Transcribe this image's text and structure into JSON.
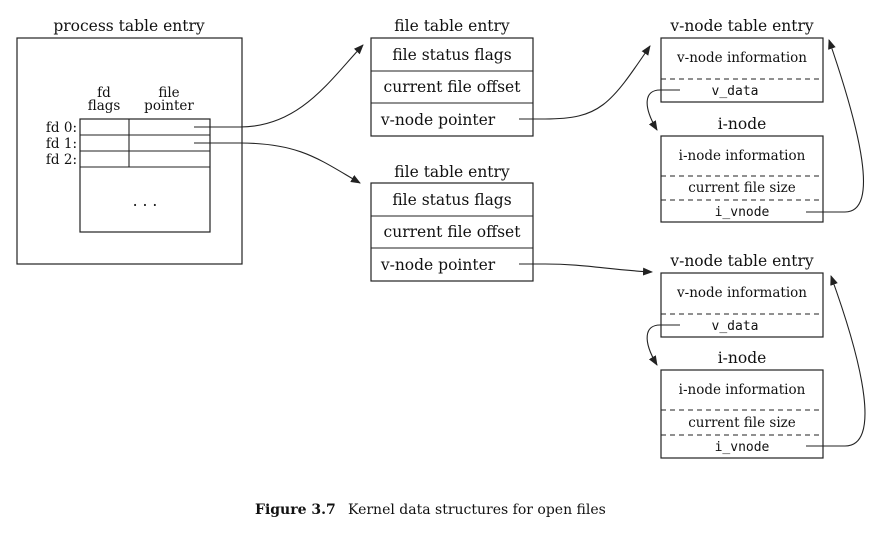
{
  "process": {
    "title": "process table entry",
    "col_fd_flags": [
      "fd",
      "flags"
    ],
    "col_file_pointer": [
      "file",
      "pointer"
    ],
    "rows": [
      "fd 0:",
      "fd 1:",
      "fd 2:"
    ],
    "ellipsis": ". . ."
  },
  "file_tables": [
    {
      "title": "file table entry",
      "rows": [
        "file status flags",
        "current file offset",
        "v-node pointer"
      ]
    },
    {
      "title": "file table entry",
      "rows": [
        "file status flags",
        "current file offset",
        "v-node pointer"
      ]
    }
  ],
  "vnodes": [
    {
      "title": "v-node table entry",
      "info": "v-node information",
      "data": "v_data"
    },
    {
      "title": "v-node table entry",
      "info": "v-node information",
      "data": "v_data"
    }
  ],
  "inodes": [
    {
      "title": "i-node",
      "info": "i-node information",
      "size": "current file size",
      "vnode": "i_vnode"
    },
    {
      "title": "i-node",
      "info": "i-node information",
      "size": "current file size",
      "vnode": "i_vnode"
    }
  ],
  "caption": {
    "label": "Figure 3.7",
    "text": "Kernel data structures for open files"
  }
}
